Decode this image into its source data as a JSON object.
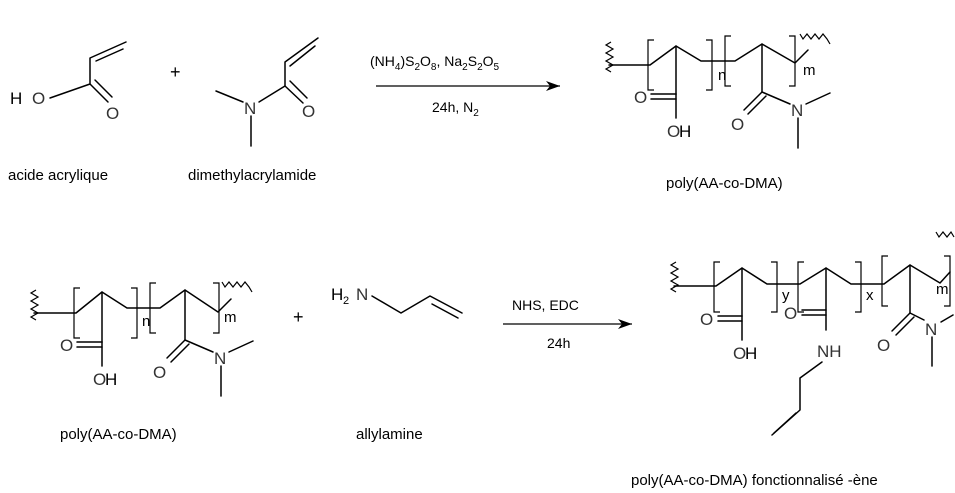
{
  "reaction1": {
    "reactant1_name": "acide acrylique",
    "reactant2_name": "dimethylacrylamide",
    "plus": "+",
    "conditions_above_parts": [
      "(NH",
      "4",
      ")S",
      "2",
      "O",
      "8",
      ", Na",
      "2",
      "S",
      "2",
      "O",
      "5"
    ],
    "conditions_below_parts": [
      "24h, N",
      "2"
    ],
    "product_name": "poly(AA-co-DMA)"
  },
  "reaction2": {
    "reactant1_name": "poly(AA-co-DMA)",
    "reactant2_name": "allylamine",
    "plus": "+",
    "conditions_above": "NHS, EDC",
    "conditions_below": "24h",
    "product_name": "poly(AA-co-DMA) fonctionnalisé -ène"
  },
  "atoms": {
    "oxygen": "O",
    "nitrogen": "N",
    "hydroxyl_h": "H",
    "hydrogen_prefix": "H",
    "hydrogen_count": "2",
    "amide_nh": "NH"
  },
  "subscripts": {
    "n": "n",
    "m": "m",
    "y": "y",
    "x": "x"
  }
}
